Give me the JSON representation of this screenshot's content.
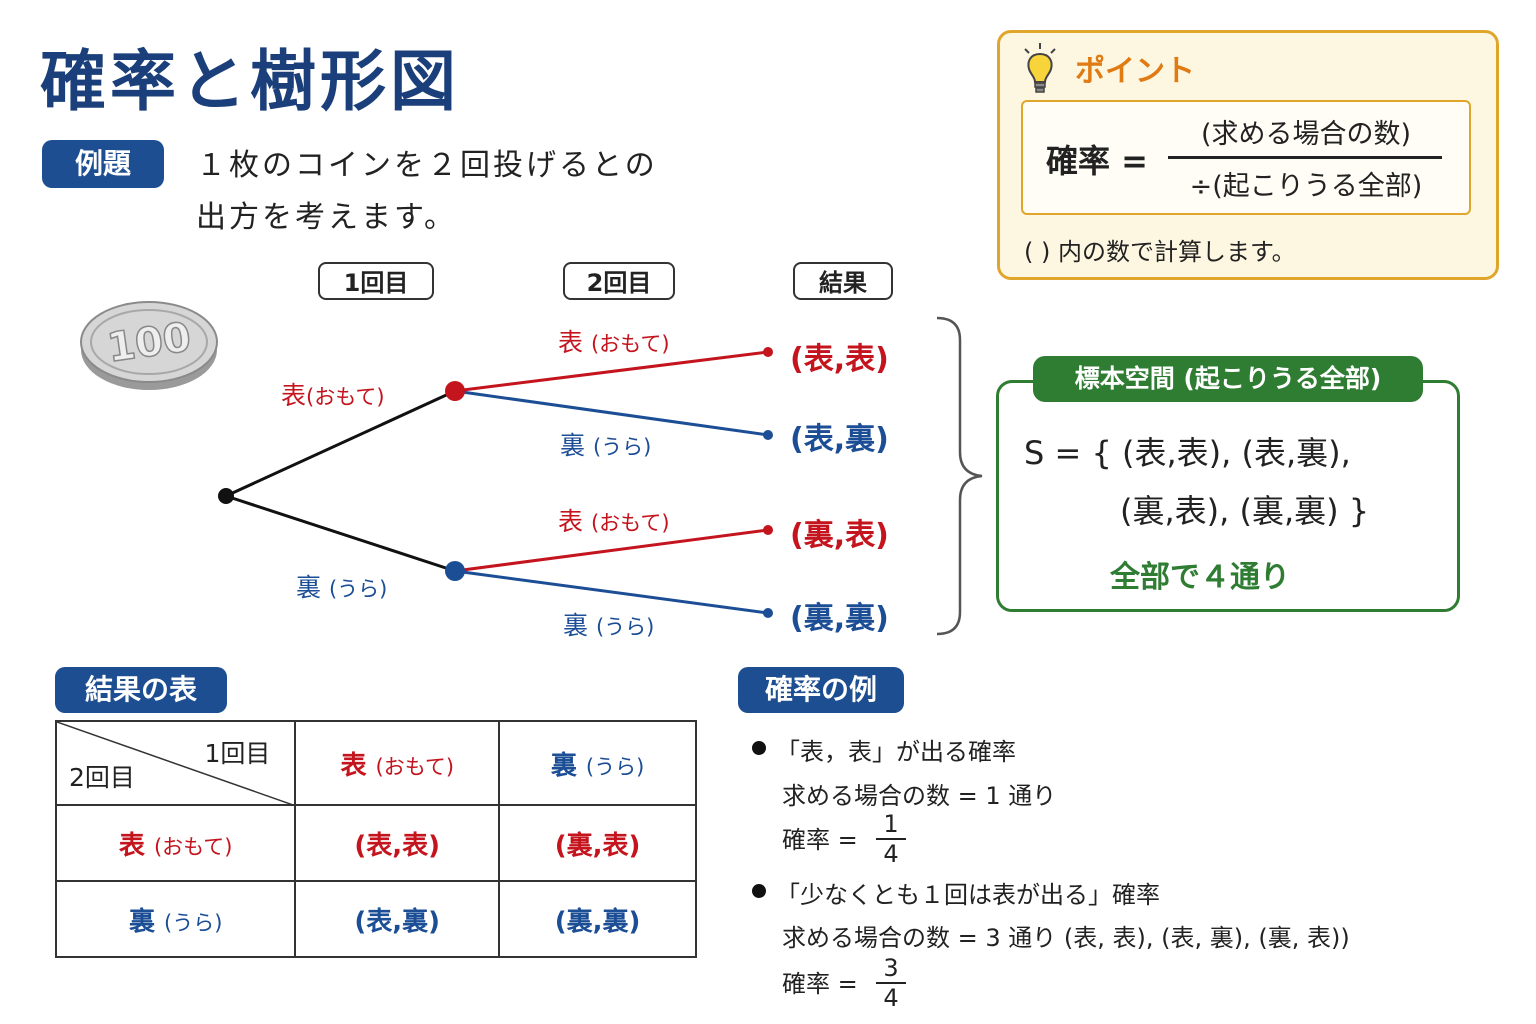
{
  "title": "確率と樹形図",
  "example": {
    "badge": "例題",
    "line1": "１枚のコインを２回投げるとの",
    "line2": "出方を考えます。"
  },
  "coin": {
    "face_text": "100",
    "color": "#c8c8c8"
  },
  "point": {
    "icon": "lightbulb-icon",
    "label": "ポイント",
    "formula_lhs": "確率 =",
    "numerator": "(求める場合の数)",
    "denominator": "÷(起こりうる全部)",
    "note": "(  ) 内の数で計算します。"
  },
  "tree": {
    "headers": [
      "1回目",
      "2回目",
      "結果"
    ],
    "first": {
      "heads": "表",
      "heads_reading": "(おもて)",
      "tails": "裏",
      "tails_reading": "(うら)"
    },
    "second": [
      {
        "label": "表",
        "reading": "(おもて)"
      },
      {
        "label": "裏",
        "reading": "(うら)"
      },
      {
        "label": "表",
        "reading": "(おもて)"
      },
      {
        "label": "裏",
        "reading": "(うら)"
      }
    ],
    "results": [
      "(表,表)",
      "(表,裏)",
      "(裏,表)",
      "(裏,裏)"
    ],
    "colors": {
      "heads": "#c4141e",
      "tails": "#1c4e96"
    }
  },
  "sample_space": {
    "badge": "標本空間 (起こりうる全部)",
    "line1": "S = { (表,表), (表,裏),",
    "line2": "(裏,表), (裏,裏) }",
    "total": "全部で４通り",
    "color": "#2e7d32"
  },
  "table_section": {
    "badge": "結果の表",
    "corner_top": "1回目",
    "corner_bottom": "2回目",
    "col_headers": [
      {
        "label": "表",
        "reading": "(おもて)"
      },
      {
        "label": "裏",
        "reading": "(うら)"
      }
    ],
    "rows": [
      {
        "label": "表",
        "reading": "(おもて)",
        "cells": [
          "(表,表)",
          "(裏,表)"
        ]
      },
      {
        "label": "裏",
        "reading": "(うら)",
        "cells": [
          "(表,裏)",
          "(裏,裏)"
        ]
      }
    ]
  },
  "probability_examples": {
    "badge": "確率の例",
    "items": [
      {
        "heading": "「表，表」が出る確率",
        "cases": "求める場合の数 = 1 通り",
        "prob_label": "確率 =",
        "numerator": "1",
        "denominator": "4"
      },
      {
        "heading": "「少なくとも１回は表が出る」確率",
        "cases": "求める場合の数 = 3 通り (表, 表), (表, 裏), (裏, 表))",
        "prob_label": "確率 =",
        "numerator": "3",
        "denominator": "4"
      }
    ]
  }
}
